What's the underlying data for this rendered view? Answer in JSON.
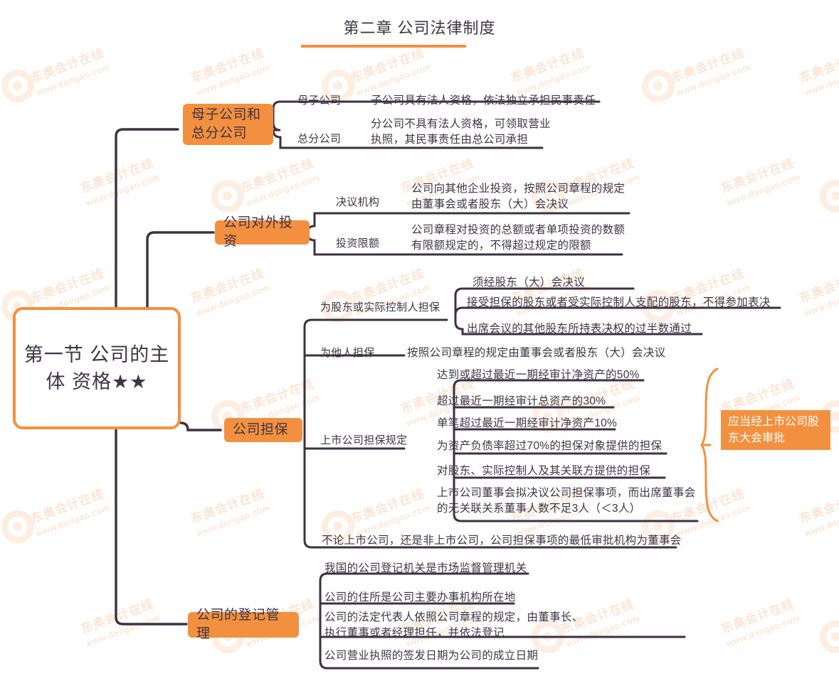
{
  "header": {
    "title": "第二章  公司法律制度"
  },
  "colors": {
    "accent": "#f3903f",
    "text": "#3d3545",
    "line": "#3c3142",
    "watermark": "#fbe6d4"
  },
  "watermark": {
    "line1": "东奥会计在线",
    "line2": "www.dongao.com",
    "logo_name": "dongao-ring-logo"
  },
  "root": {
    "label": "第一节\n公司的主体\n资格★★"
  },
  "branches": [
    {
      "id": "parent-sub-company",
      "label": "母子公司和\n总分公司",
      "leaves": [
        {
          "label": "母子公司",
          "text": "子公司具有法人资格，依法独立承担民事责任"
        },
        {
          "label": "总分公司",
          "text": "分公司不具有法人资格，可领取营业\n执照，其民事责任由总公司承担"
        }
      ]
    },
    {
      "id": "outbound-investment",
      "label": "公司对外投资",
      "leaves": [
        {
          "label": "决议机构",
          "text": "公司向其他企业投资，按照公司章程的规定\n由董事会或者股东（大）会决议"
        },
        {
          "label": "投资限额",
          "text": "公司章程对投资的总额或者单项投资的数额\n有限额规定的，不得超过规定的限额"
        }
      ]
    },
    {
      "id": "company-guarantee",
      "label": "公司担保",
      "leaves": [
        {
          "label": "为股东或实际控制人担保",
          "items": [
            "须经股东（大）会决议",
            "接受担保的股东或者受实际控制人支配的股东，不得参加表决",
            "出席会议的其他股东所持表决权的过半数通过"
          ]
        },
        {
          "label": "为他人担保",
          "text": "按照公司章程的规定由董事会或者股东（大）会决议"
        },
        {
          "label": "上市公司担保规定",
          "items": [
            "达到或超过最近一期经审计净资产的50%",
            "超过最近一期经审计总资产的30%",
            "单笔超过最近一期经审计净资产10%",
            "为资产负债率超过70%的担保对象提供的担保",
            "对股东、实际控制人及其关联方提供的担保",
            "上市公司董事会拟决议公司担保事项，而出席董事会\n的无关联关系董事人数不足3人（＜3人）"
          ],
          "callout": "应当经上市公司股\n东大会审批"
        },
        {
          "label": "",
          "text": "不论上市公司，还是非上市公司，公司担保事项的最低审批机构为董事会"
        }
      ]
    },
    {
      "id": "registration-management",
      "label": "公司的登记管理",
      "items": [
        "我国的公司登记机关是市场监督管理机关",
        "公司的住所是公司主要办事机构所在地",
        "公司的法定代表人依照公司章程的规定，由董事长、\n执行董事或者经理担任，并依法登记",
        "公司营业执照的签发日期为公司的成立日期"
      ]
    }
  ]
}
